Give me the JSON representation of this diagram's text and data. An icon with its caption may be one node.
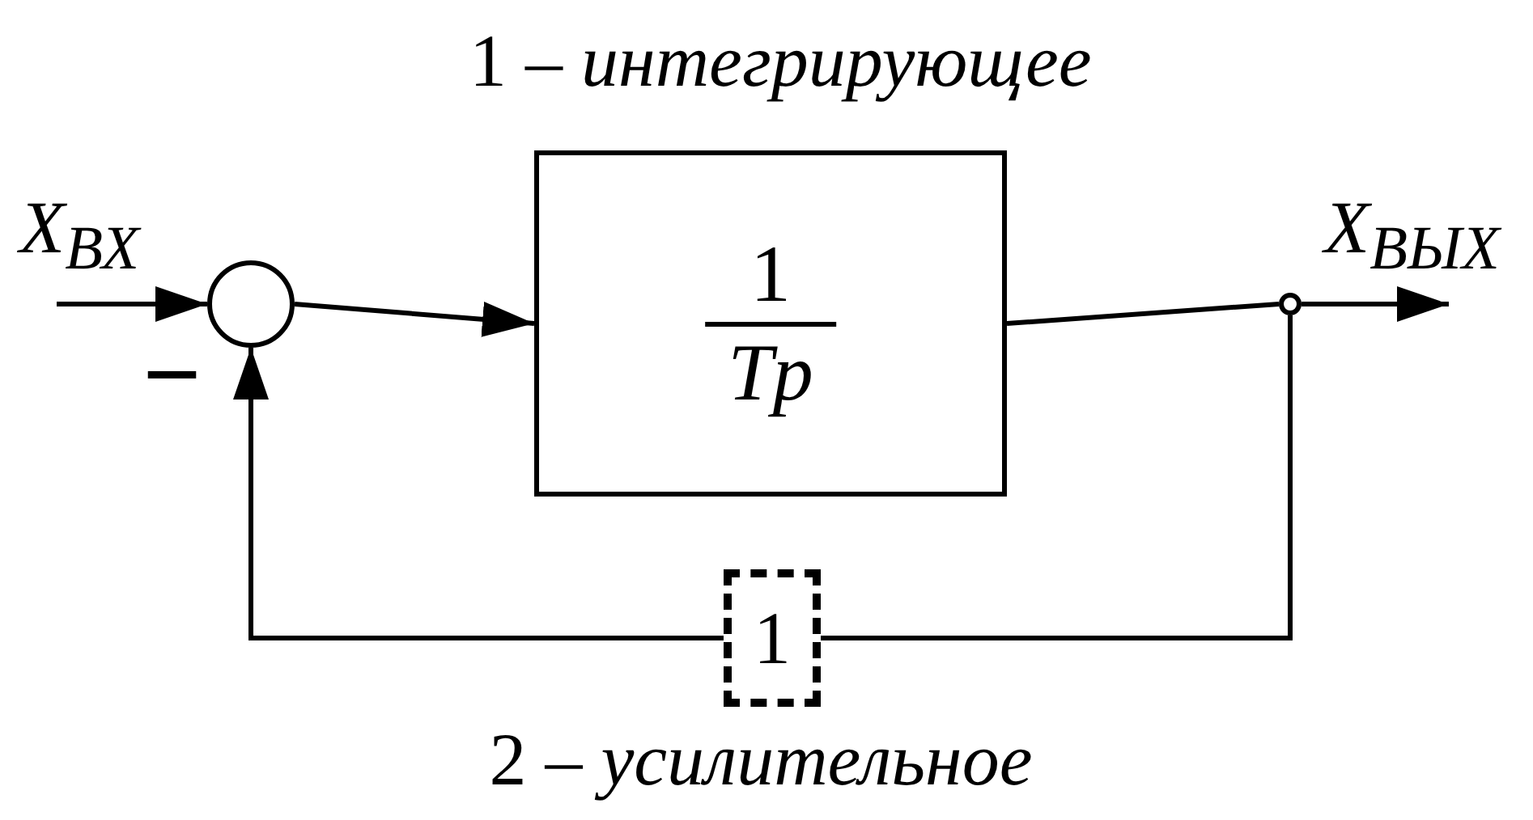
{
  "diagram": {
    "nodes": [
      {
        "text": [],
        "shape": "circle"
      },
      {
        "text": [
          "1",
          "Tp"
        ],
        "beside": [
          "1 – *интегрирующее*"
        ]
      },
      {
        "text": [],
        "shape": "circle"
      },
      {
        "text": [
          "1"
        ],
        "beside": [
          "2 – *усилительное*"
        ]
      }
    ],
    "edges": [
      {
        "from": null,
        "to": 0,
        "arrow": "to"
      },
      {
        "from": 0,
        "to": 1,
        "arrow": "to"
      },
      {
        "from": 1,
        "to": 2,
        "arrow": "none"
      },
      {
        "from": 2,
        "to": null,
        "arrow": "to"
      },
      {
        "from": 2,
        "to": 3,
        "arrow": "none"
      },
      {
        "from": 3,
        "to": 0,
        "arrow": "to"
      }
    ],
    "labels": [
      "X$_{ВХ}$",
      "X$_{ВЫХ}$",
      "−"
    ]
  }
}
